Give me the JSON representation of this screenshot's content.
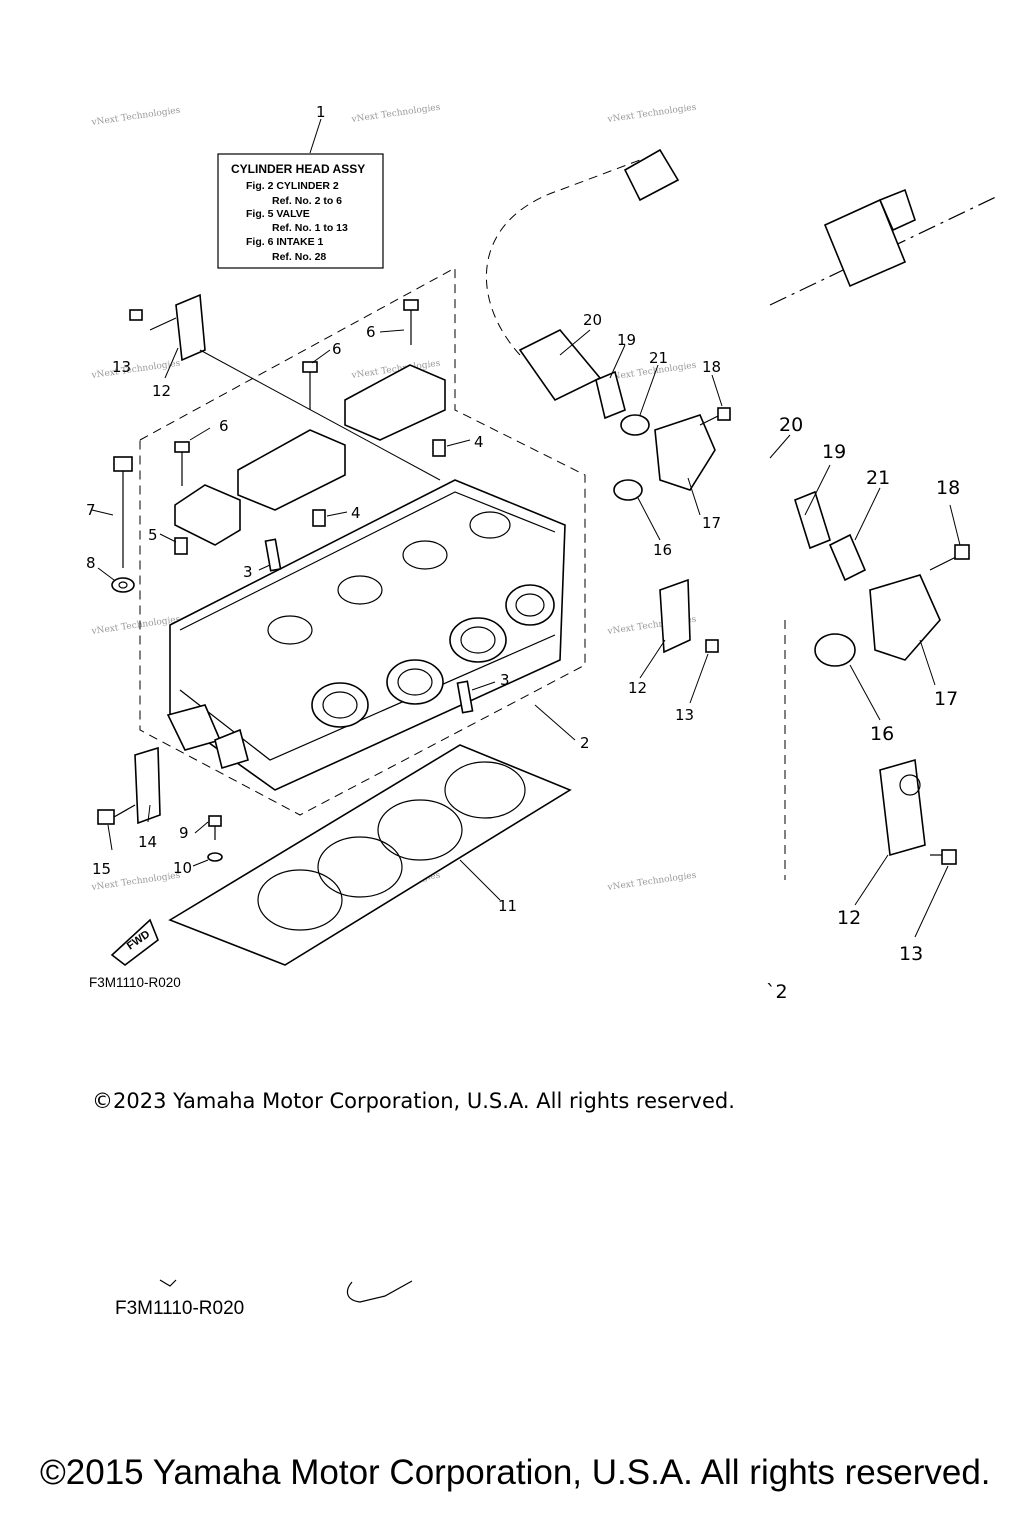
{
  "assembly_box": {
    "title": "CYLINDER HEAD ASSY",
    "lines": [
      "Fig.  2 CYLINDER 2",
      "Ref. No. 2 to 6",
      "Fig.  5 VALVE",
      "Ref. No. 1 to 13",
      "Fig.  6 INTAKE 1",
      "Ref. No. 28"
    ]
  },
  "callouts": {
    "c1": "1",
    "c2": "2",
    "c3a": "3",
    "c3b": "3",
    "c4a": "4",
    "c4b": "4",
    "c5": "5",
    "c6a": "6",
    "c6b": "6",
    "c6c": "6",
    "c7": "7",
    "c8": "8",
    "c9": "9",
    "c10": "10",
    "c11": "11",
    "c12a": "12",
    "c12b": "12",
    "c13a": "13",
    "c13b": "13",
    "c14": "14",
    "c15": "15",
    "c16": "16",
    "c17": "17",
    "c18": "18",
    "c19": "19",
    "c20": "20",
    "c21": "21",
    "z12": "12",
    "z13": "13",
    "z16": "16",
    "z17": "17",
    "z18": "18",
    "z19": "19",
    "z20": "20",
    "z21": "21",
    "z2": "`2"
  },
  "fwd_label": "FWD",
  "diagram_code": "F3M1110-R020",
  "diagram_code_repeat": "F3M1110-R020",
  "watermark_text": "vNext Technologies",
  "copyright_2023": "©2023 Yamaha Motor Corporation, U.S.A. All rights reserved.",
  "copyright_2015": "©2015 Yamaha Motor Corporation, U.S.A. All rights reserved."
}
